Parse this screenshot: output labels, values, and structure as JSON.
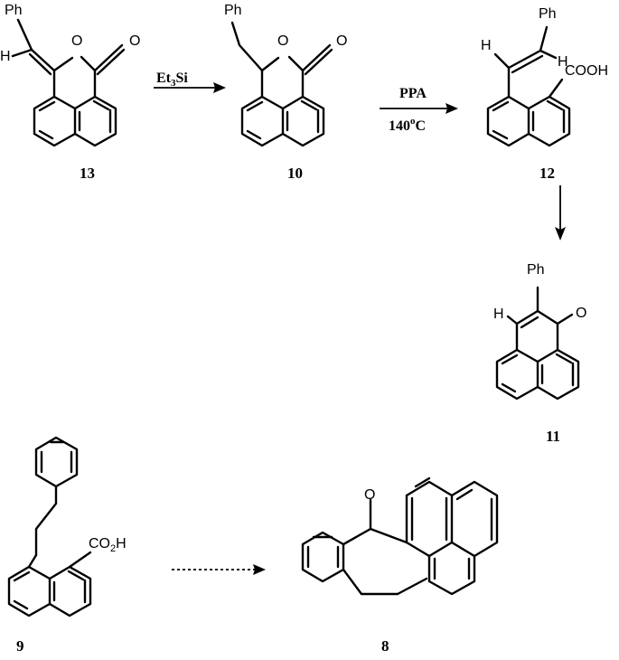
{
  "compounds": {
    "c13": {
      "label": "13",
      "ph": "Ph",
      "h": "H",
      "o_ring": "O",
      "o_carbonyl": "O"
    },
    "c10": {
      "label": "10",
      "ph": "Ph",
      "o_ring": "O",
      "o_carbonyl": "O"
    },
    "c12": {
      "label": "12",
      "ph": "Ph",
      "h1": "H",
      "h2": "H",
      "acid": "COOH"
    },
    "c11": {
      "label": "11",
      "ph": "Ph",
      "h": "H",
      "o": "O"
    },
    "c9": {
      "label": "9",
      "acid_main": "CO",
      "acid_sub": "2",
      "acid_end": "H"
    },
    "c8": {
      "label": "8",
      "o": "O"
    }
  },
  "arrows": {
    "a1": {
      "reagent_main": "Et",
      "reagent_sub": "3",
      "reagent_end": "Si"
    },
    "a2": {
      "top": "PPA",
      "bottom_main": "140",
      "bottom_sup": "o",
      "bottom_end": "C"
    }
  }
}
